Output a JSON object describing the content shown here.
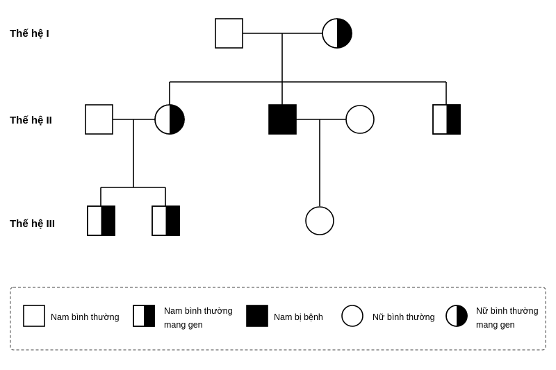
{
  "generations": [
    "Thế hệ I",
    "Thế hệ II",
    "Thế hệ III"
  ],
  "legend": {
    "normal_male": [
      "Nam bình thường"
    ],
    "carrier_male": [
      "Nam bình thường",
      "mang gen"
    ],
    "affected_male": [
      "Nam bị bệnh"
    ],
    "normal_female": [
      "Nữ bình thường"
    ],
    "carrier_female": [
      "Nữ bình thường",
      "mang gen"
    ]
  },
  "colors": {
    "ink": "#000000",
    "background": "#ffffff",
    "legend_border": "#444444"
  }
}
